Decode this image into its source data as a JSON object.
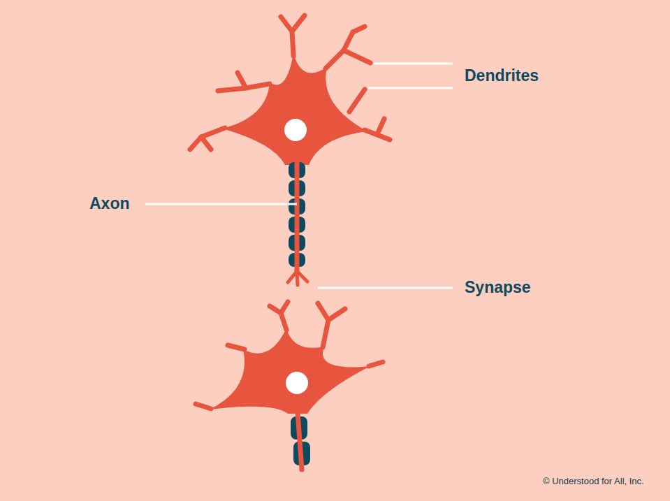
{
  "diagram": {
    "labels": [
      "Dendrites",
      "Axon",
      "Synapse",
      "© Understood for All, Inc."
    ]
  }
}
